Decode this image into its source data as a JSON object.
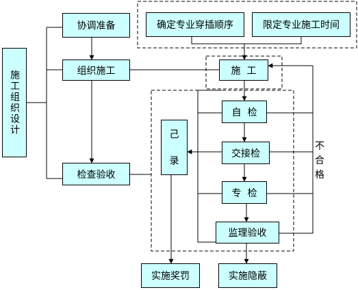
{
  "nodes": {
    "design": {
      "label": "施工组织设计"
    },
    "coordinate": {
      "label": "协调准备"
    },
    "sequence": {
      "label": "确定专业穿插顺序"
    },
    "time_limit": {
      "label": "限定专业施工时间"
    },
    "organize": {
      "label": "组织施工"
    },
    "construct": {
      "label": "施  工"
    },
    "self_check": {
      "label": "自  检"
    },
    "handover": {
      "label": "交接检"
    },
    "special": {
      "label": "专  检"
    },
    "supervision": {
      "label": "监理验收"
    },
    "record": {
      "label_top": "己",
      "label_bottom": "录"
    },
    "inspection": {
      "label": "检查验收"
    },
    "reward": {
      "label": "实施奖罚"
    },
    "conceal": {
      "label": "实施隐蔽"
    }
  },
  "annotations": {
    "unqualified": [
      "不",
      "合",
      "格"
    ]
  }
}
